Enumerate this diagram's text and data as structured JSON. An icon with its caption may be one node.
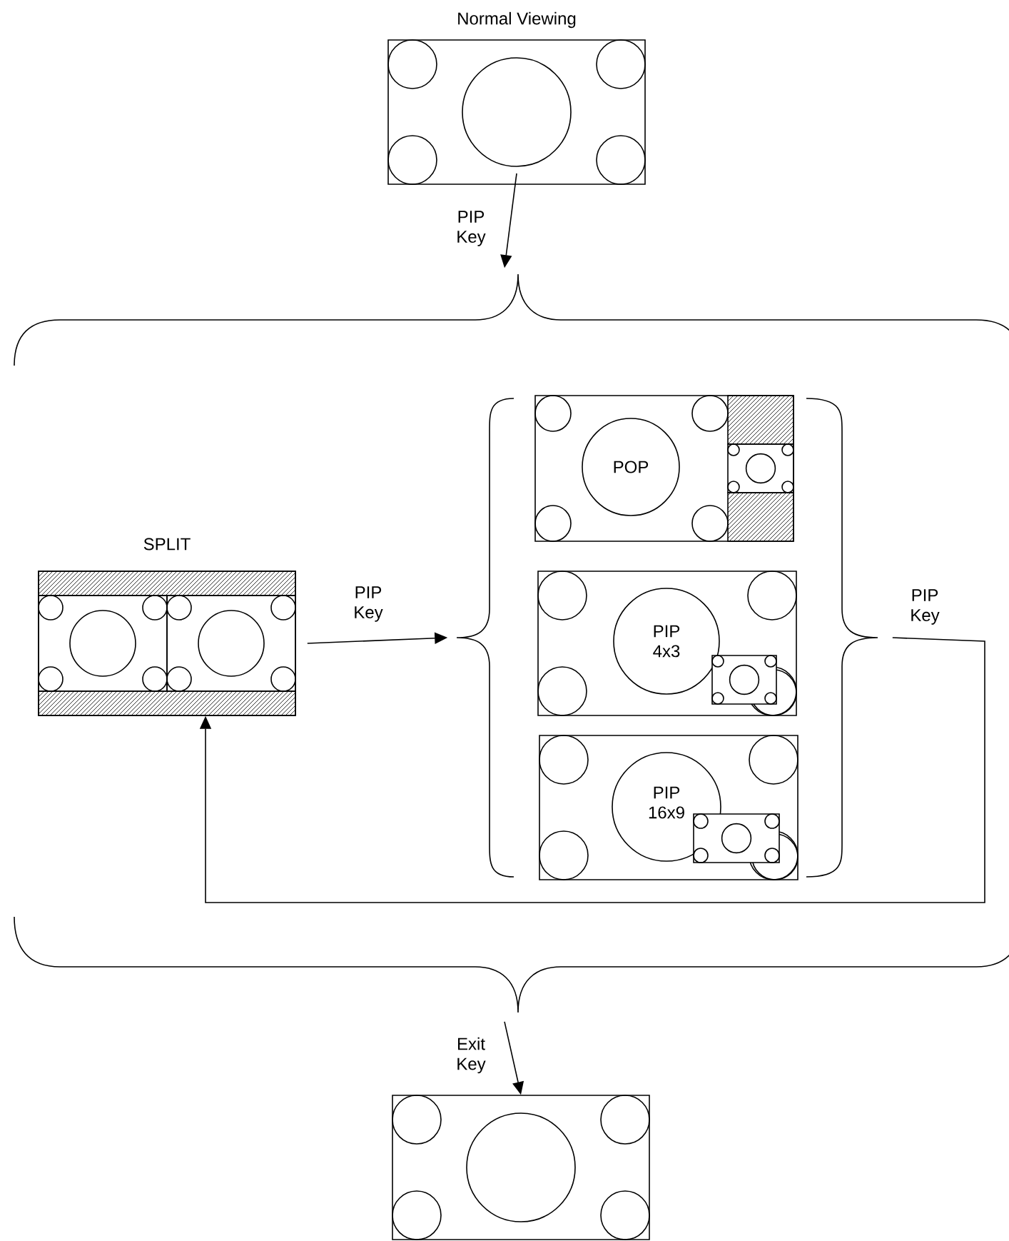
{
  "diagram": {
    "nodes": [
      {
        "text": [
          "Normal Viewing"
        ]
      },
      {
        "text": [],
        "shape": "brace"
      },
      {
        "text": [
          "SPLIT"
        ],
        "in": 1
      },
      {
        "text": [],
        "shape": "brace",
        "in": 1
      },
      {
        "text": [
          "POP"
        ],
        "in": 3
      },
      {
        "text": [
          "PIP 4x3"
        ],
        "in": 3
      },
      {
        "text": [
          "PIP 16x9"
        ],
        "in": 3
      },
      {
        "text": [],
        "shape": "box"
      }
    ],
    "edges": [
      {
        "from": 0,
        "to": 1,
        "arrow": "to",
        "label": "PIP Key"
      },
      {
        "from": 2,
        "to": 3,
        "arrow": "to",
        "label": "PIP Key"
      },
      {
        "from": 3,
        "to": 2,
        "arrow": "to",
        "label": "PIP Key"
      },
      {
        "from": 1,
        "to": 7,
        "arrow": "to",
        "label": "Exit Key"
      }
    ]
  }
}
